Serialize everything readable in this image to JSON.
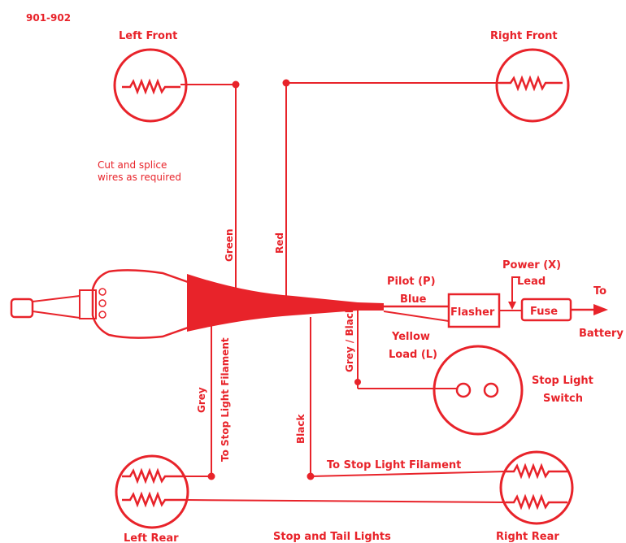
{
  "page_code": "901-902",
  "labels": {
    "left_front": "Left Front",
    "right_front": "Right Front",
    "cut_splice_1": "Cut and splice",
    "cut_splice_2": "wires as required",
    "green": "Green",
    "red": "Red",
    "pilot": "Pilot (P)",
    "blue": "Blue",
    "power": "Power (X)",
    "lead": "Lead",
    "flasher": "Flasher",
    "fuse": "Fuse",
    "to": "To",
    "battery": "Battery",
    "yellow": "Yellow",
    "load": "Load (L)",
    "grey_black": "Grey / Black",
    "stop_light_switch_1": "Stop Light",
    "stop_light_switch_2": "Switch",
    "grey": "Grey",
    "to_stop_light_filament_vertical": "To Stop Light Filament",
    "black": "Black",
    "to_stop_light_filament": "To Stop Light Filament",
    "left_rear": "Left Rear",
    "stop_tail_lights": "Stop and Tail Lights",
    "right_rear": "Right Rear"
  },
  "colors": {
    "ink": "#e8232a",
    "background": "#ffffff"
  }
}
